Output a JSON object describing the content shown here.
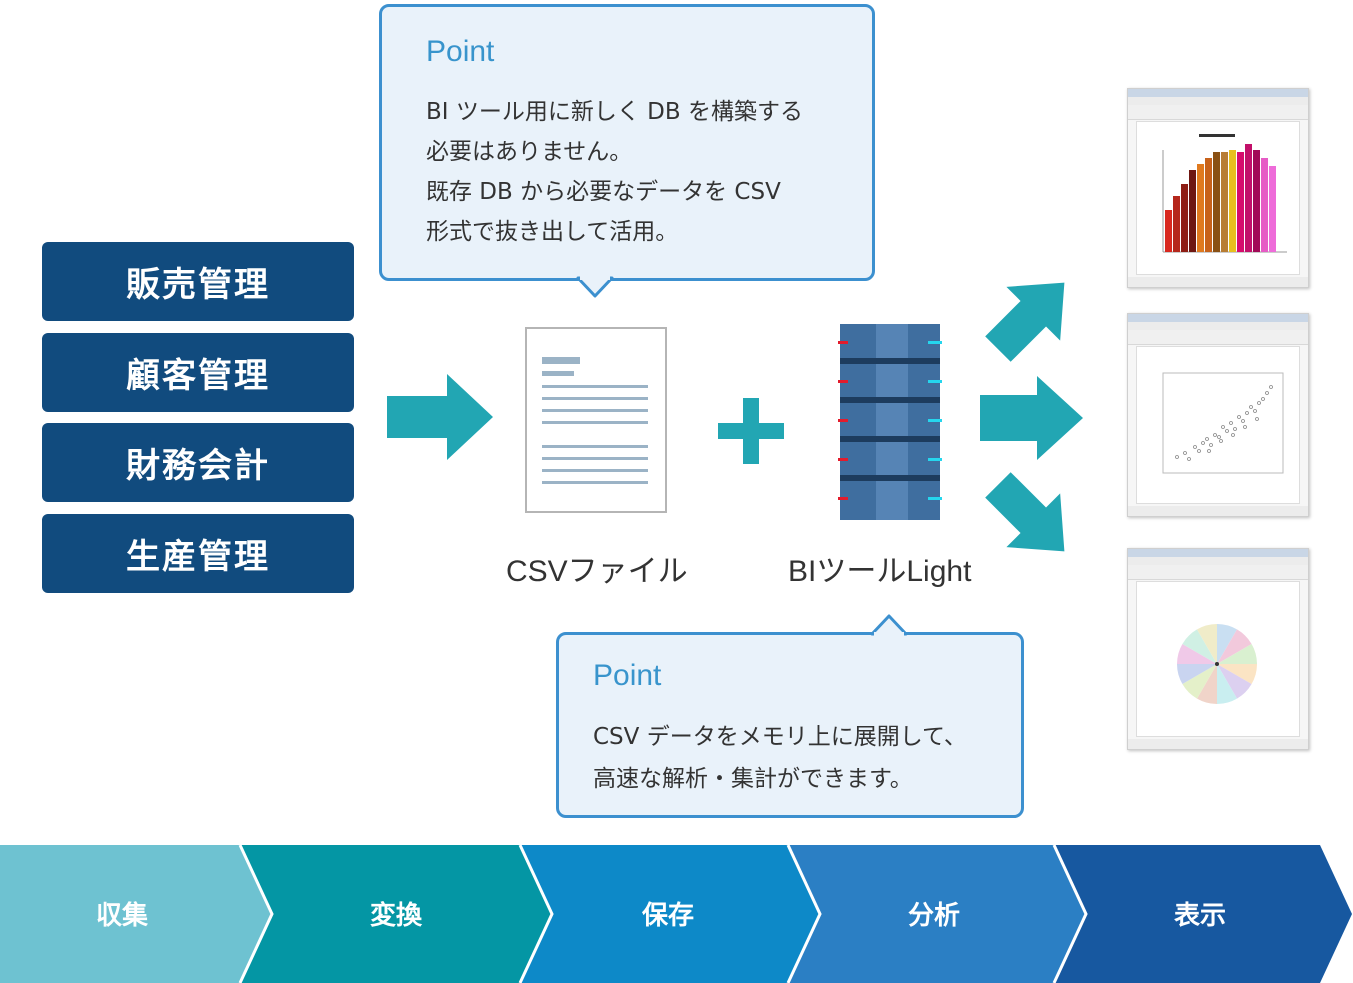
{
  "sources": [
    "販売管理",
    "顧客管理",
    "財務会計",
    "生産管理"
  ],
  "callout_top": {
    "title": "Point",
    "lines": [
      "BI ツール用に新しく DB を構築する",
      "必要はありません。",
      "既存 DB から必要なデータを CSV",
      "形式で抜き出して活用。"
    ]
  },
  "callout_bottom": {
    "title": "Point",
    "lines": [
      "CSV データをメモリ上に展開して、",
      "高速な解析・集計ができます。"
    ]
  },
  "labels": {
    "csv_file": "CSVファイル",
    "bi_tool": "BIツールLight",
    "plus": "+"
  },
  "thumbnails": {
    "bar": "bar-chart-window",
    "scatter": "scatter-plot-window",
    "pie": "pie-chart-window"
  },
  "process_steps": [
    {
      "label": "収集",
      "color": "#6ec2d1"
    },
    {
      "label": "変換",
      "color": "#0496a4"
    },
    {
      "label": "保存",
      "color": "#0d89c8"
    },
    {
      "label": "分析",
      "color": "#2b7fc4"
    },
    {
      "label": "表示",
      "color": "#1758a0"
    }
  ],
  "colors": {
    "source_box": "#114b7e",
    "arrow": "#22a6b3",
    "callout_border": "#3c90cf",
    "callout_bg": "#e9f2fa",
    "point_title": "#3894cc",
    "server": "#3f6e9f"
  }
}
